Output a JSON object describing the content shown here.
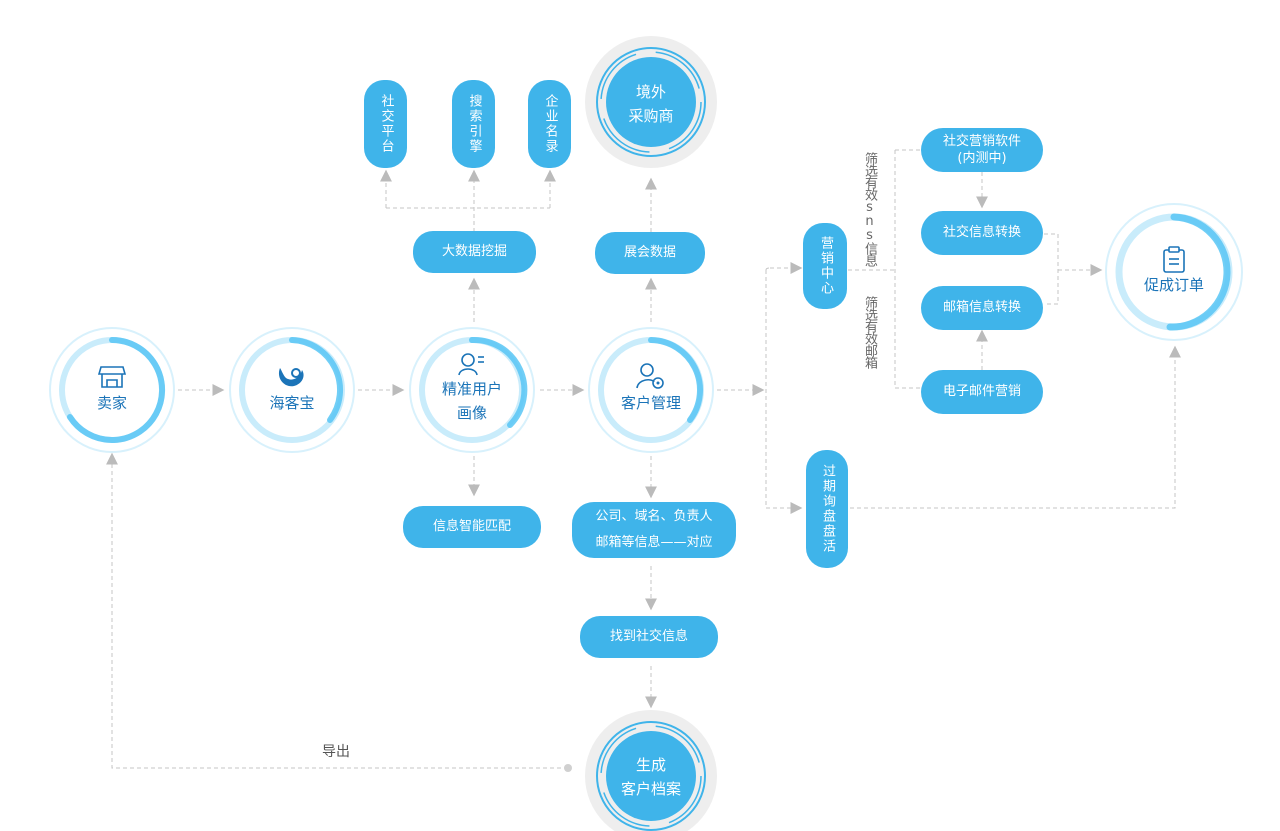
{
  "nodes": {
    "seller": "卖家",
    "haikebao": "海客宝",
    "user_profile": [
      "精准用户",
      "画像"
    ],
    "customer_mgmt": "客户管理",
    "overseas_buyer": [
      "境外",
      "采购商"
    ],
    "generate_file": [
      "生成",
      "客户档案"
    ],
    "promote_order": "促成订单"
  },
  "pills": {
    "social_platform": "社交平台",
    "search_engine": "搜索引擎",
    "company_directory": "企业名录",
    "big_data_mining": "大数据挖掘",
    "expo_data": "展会数据",
    "info_matching": "信息智能匹配",
    "company_info": [
      "公司、域名、负责人",
      "邮箱等信息——对应"
    ],
    "find_social": "找到社交信息",
    "marketing_center": "营销中心",
    "expired_inquiry": "过期询盘盘活",
    "social_software": [
      "社交营销软件",
      "(内测中)"
    ],
    "social_convert": "社交信息转换",
    "email_convert": "邮箱信息转换",
    "email_marketing": "电子邮件营销"
  },
  "labels": {
    "filter_sns": "筛选有效sns信息",
    "filter_email": "筛选有效邮箱",
    "export": "导出"
  },
  "colors": {
    "pill": "#3fb4ea",
    "ring": "#4fc3f3",
    "text_dark": "#1b74b8",
    "arrow": "#bbbbbb"
  }
}
